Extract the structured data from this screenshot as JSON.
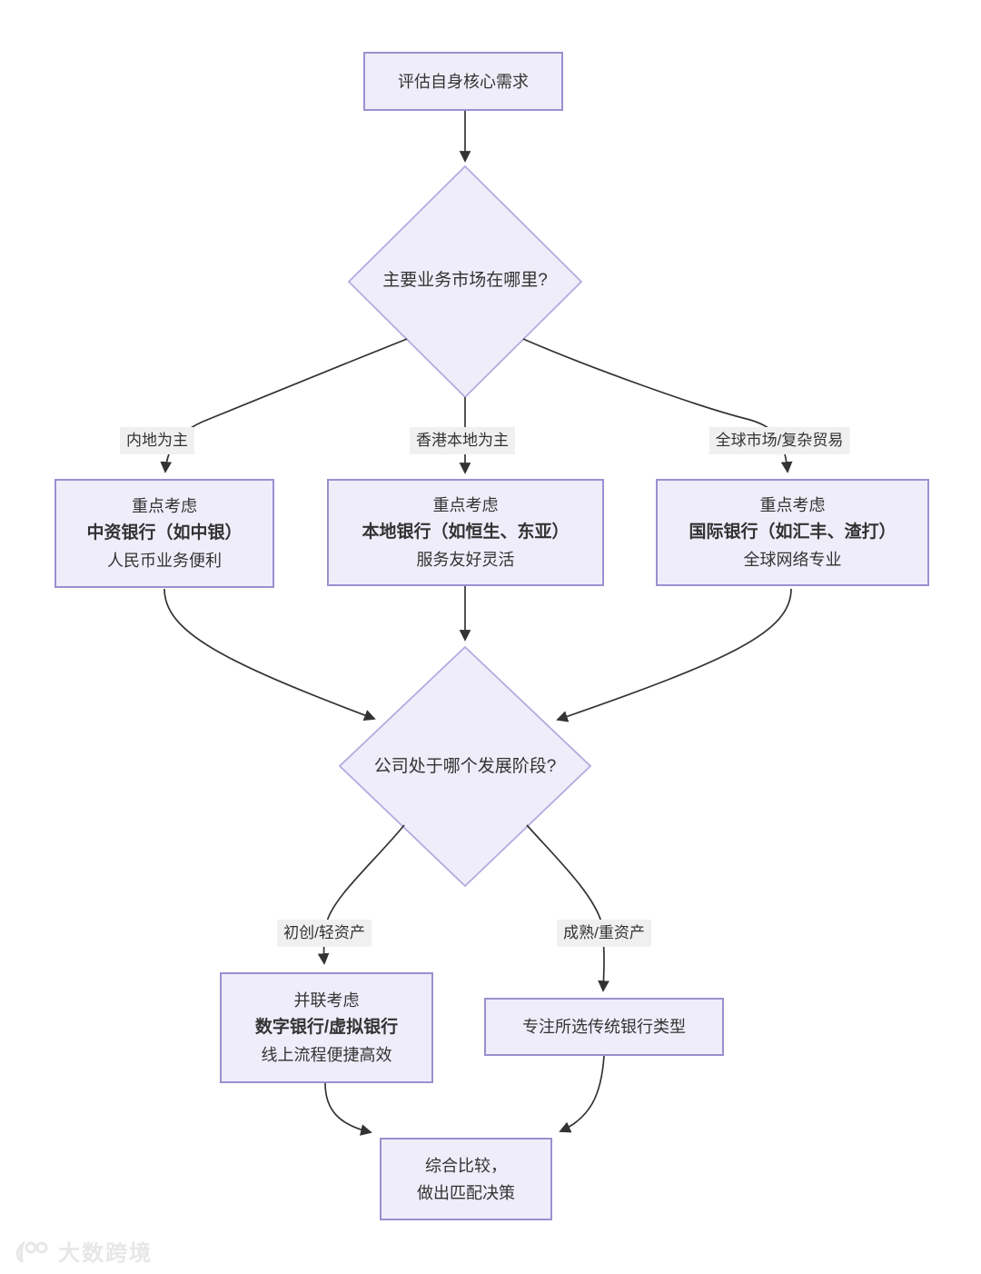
{
  "colors": {
    "node_fill": "#efedfa",
    "rect_border": "#9a90d0",
    "diamond_border": "#b3abdf",
    "line": "#333333",
    "label_bg": "#f0f0f0",
    "text": "#333333",
    "watermark": "#e7e7e7"
  },
  "flowchart": {
    "start": {
      "text": "评估自身核心需求"
    },
    "decision_market": {
      "text": "主要业务市场在哪里?"
    },
    "branch_labels": {
      "mainland": "内地为主",
      "hk_local": "香港本地为主",
      "global": "全球市场/复杂贸易"
    },
    "option_chinese_bank": {
      "line1": "重点考虑",
      "line2": "中资银行（如中银）",
      "line3": "人民币业务便利"
    },
    "option_local_bank": {
      "line1": "重点考虑",
      "line2": "本地银行（如恒生、东亚）",
      "line3": "服务友好灵活"
    },
    "option_international_bank": {
      "line1": "重点考虑",
      "line2": "国际银行（如汇丰、渣打）",
      "line3": "全球网络专业"
    },
    "decision_stage": {
      "text": "公司处于哪个发展阶段?"
    },
    "stage_labels": {
      "startup": "初创/轻资产",
      "mature": "成熟/重资产"
    },
    "option_digital_bank": {
      "line1": "并联考虑",
      "line2": "数字银行/虚拟银行",
      "line3": "线上流程便捷高效"
    },
    "option_traditional": {
      "text": "专注所选传统银行类型"
    },
    "final": {
      "line1": "综合比较，",
      "line2": "做出匹配决策"
    }
  },
  "watermark": {
    "text": "大数跨境"
  }
}
